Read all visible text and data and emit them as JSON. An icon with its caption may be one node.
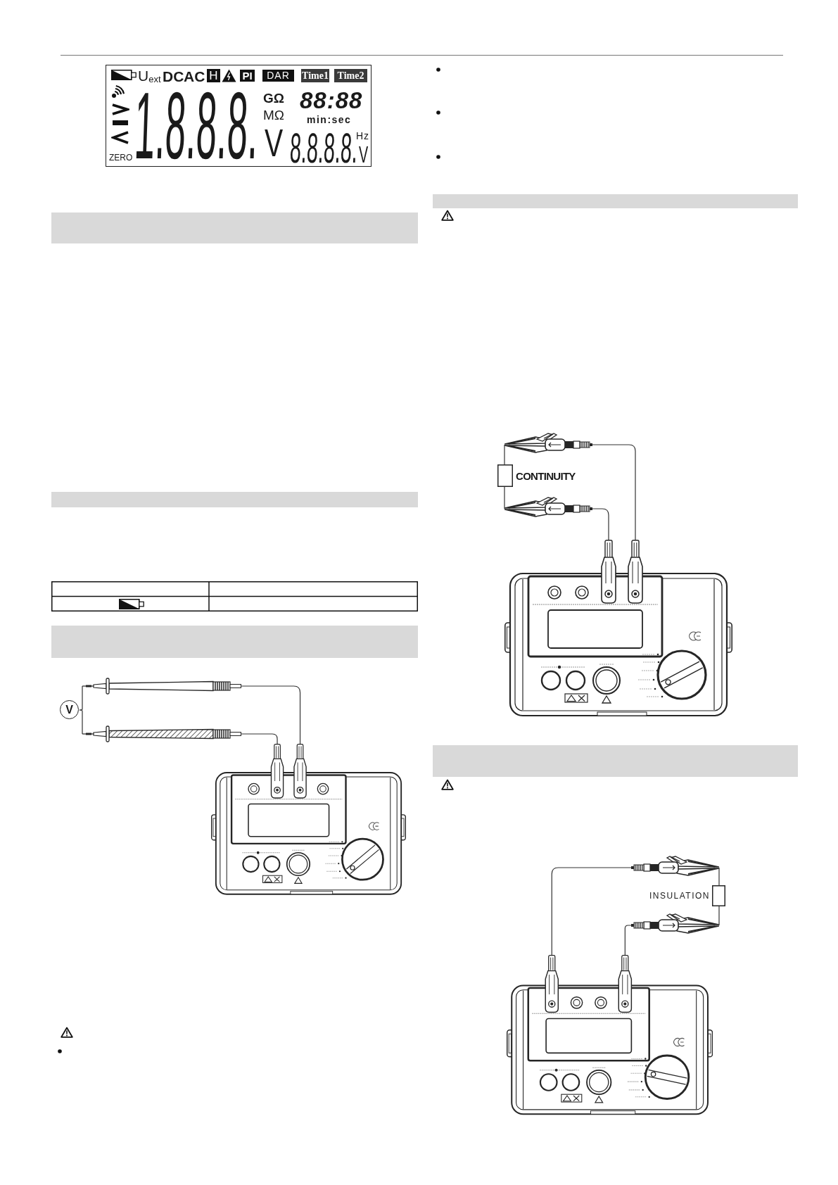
{
  "diagram": {
    "nodes": [
      {
        "text": [],
        "shape": "bar"
      },
      {
        "text": [],
        "shape": "bar"
      },
      {
        "text": [],
        "shape": "bar"
      },
      {
        "text": [
          "V"
        ]
      },
      {
        "text": [],
        "shape": "picture"
      },
      {
        "text": [],
        "shape": "picture"
      },
      {
        "text": [],
        "shape": "picture"
      },
      {
        "text": [],
        "shape": "bar"
      },
      {
        "text": [],
        "shape": "picture"
      },
      {
        "text": [
          "CONTINUITY"
        ]
      },
      {
        "text": [],
        "shape": "picture"
      },
      {
        "text": [],
        "shape": "picture"
      },
      {
        "text": [],
        "shape": "bar"
      },
      {
        "text": [],
        "shape": "picture"
      },
      {
        "text": [
          "INSULATION"
        ]
      },
      {
        "text": [],
        "shape": "picture"
      },
      {
        "text": [],
        "shape": "picture"
      }
    ],
    "edges": [
      {
        "from": 3,
        "to": 4,
        "arrow": "none"
      },
      {
        "from": 3,
        "to": 5,
        "arrow": "none"
      },
      {
        "from": 4,
        "to": 6,
        "arrow": "none"
      },
      {
        "from": 5,
        "to": 6,
        "arrow": "none"
      },
      {
        "from": 8,
        "to": 9,
        "arrow": "none"
      },
      {
        "from": 9,
        "to": 10,
        "arrow": "none"
      },
      {
        "from": 8,
        "to": 11,
        "arrow": "none"
      },
      {
        "from": 10,
        "to": 11,
        "arrow": "none"
      },
      {
        "from": 13,
        "to": 14,
        "arrow": "none"
      },
      {
        "from": 14,
        "to": 15,
        "arrow": "none"
      },
      {
        "from": 13,
        "to": 16,
        "arrow": "none"
      },
      {
        "from": 15,
        "to": 16,
        "arrow": "none"
      }
    ],
    "labels": [
      "U$_{ext}$",
      "DC",
      "AC",
      "H",
      "PI",
      "DAR",
      "Time1",
      "Time2",
      "1.8.8.8.",
      "GΩ",
      "88:88",
      "MΩ",
      "min:sec",
      "V",
      "8.8.8.8.",
      "Hz",
      "V",
      "ZERO"
    ]
  }
}
